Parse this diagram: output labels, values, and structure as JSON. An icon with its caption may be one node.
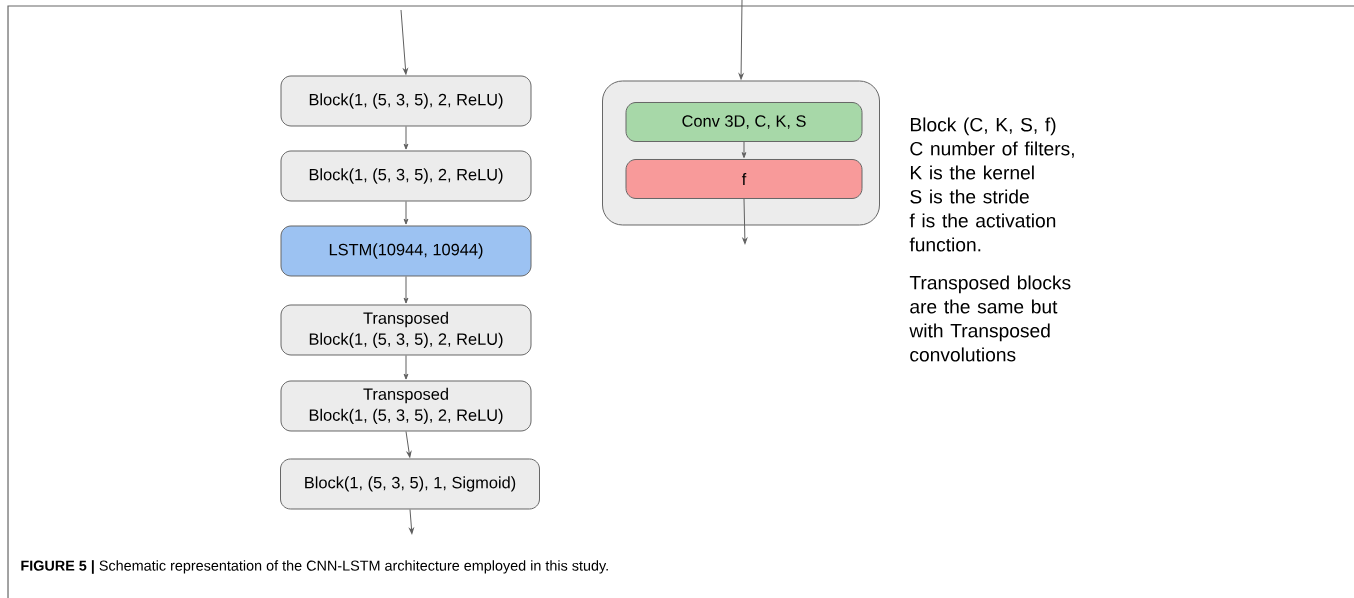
{
  "diagram": {
    "caption": "**FIGURE 5 |** Schematic representation of the CNN-LSTM architecture employed in this study.",
    "nodes": [
      {
        "text": [
          "Block(1, (5, 3, 5), 2, ReLU)"
        ]
      },
      {
        "text": [
          "Block(1, (5, 3, 5), 2, ReLU)"
        ]
      },
      {
        "text": [
          "LSTM(10944, 10944)"
        ]
      },
      {
        "text": [
          "Transposed",
          "Block(1, (5, 3, 5), 2, ReLU)"
        ]
      },
      {
        "text": [
          "Transposed",
          "Block(1, (5, 3, 5), 2, ReLU)"
        ]
      },
      {
        "text": [
          "Block(1, (5, 3, 5), 1, Sigmoid)"
        ]
      },
      {
        "text": [],
        "shape": "box"
      },
      {
        "text": [
          "Conv 3D, C, K, S"
        ],
        "in": 6
      },
      {
        "text": [
          "f"
        ],
        "in": 6
      }
    ],
    "edges": [
      {
        "from": null,
        "to": 0,
        "arrow": "to"
      },
      {
        "from": 0,
        "to": 1,
        "arrow": "to"
      },
      {
        "from": 1,
        "to": 2,
        "arrow": "to"
      },
      {
        "from": 2,
        "to": 3,
        "arrow": "to"
      },
      {
        "from": 3,
        "to": 4,
        "arrow": "to"
      },
      {
        "from": 4,
        "to": 5,
        "arrow": "to"
      },
      {
        "from": 5,
        "to": null,
        "arrow": "to"
      },
      {
        "from": null,
        "to": 6,
        "arrow": "to"
      },
      {
        "from": 7,
        "to": 8,
        "arrow": "to"
      },
      {
        "from": 8,
        "to": null,
        "arrow": "to"
      }
    ],
    "labels": [
      "Block (C, K, S, f)",
      "C number of filters,",
      "K is the kernel",
      "S is the stride",
      "f is the activation function.",
      "Transposed blocks are the same but with Transposed convolutions"
    ]
  }
}
